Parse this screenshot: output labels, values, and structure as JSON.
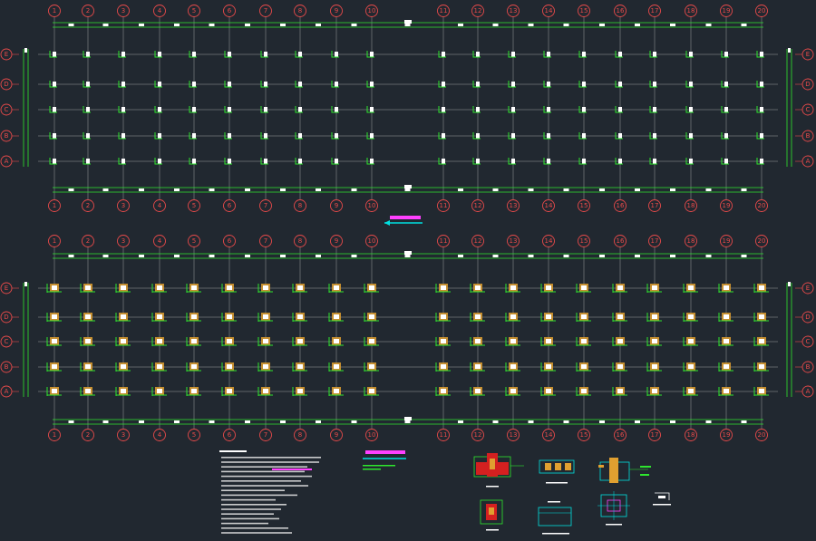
{
  "columns": [
    "1",
    "2",
    "3",
    "4",
    "5",
    "6",
    "7",
    "8",
    "9",
    "10",
    "11",
    "12",
    "13",
    "14",
    "15",
    "16",
    "17",
    "18",
    "19",
    "20"
  ],
  "rows": [
    "E",
    "D",
    "C",
    "B",
    "A"
  ],
  "colors": {
    "background": "#212830",
    "bubble": "#e84a4a",
    "grid_line": "#c8c8c8",
    "beam": "#2ee62e",
    "column_fill": "#ffffff",
    "footing": "#e0a030",
    "callout_magenta": "#ff40ff",
    "callout_cyan": "#00e0e0",
    "detail_red": "#d42020"
  }
}
